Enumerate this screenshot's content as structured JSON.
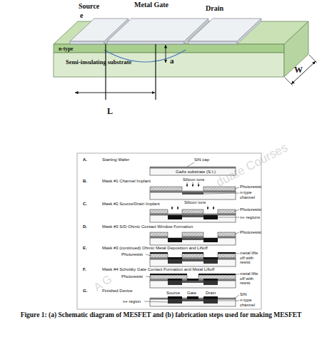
{
  "diagram": {
    "caption": "Figure 1: (a) Schematic diagram of MESFET and (b) fabrication steps used for making MESFET",
    "labels": [
      "Source",
      "e",
      "Metal Gate",
      "Drain",
      "n-type",
      "a",
      "W",
      "Semi-insulating substrate",
      "L",
      "A.",
      "Starting Wafer",
      "SiN cap",
      "GaAs substrate (S.I.)",
      "B.",
      "Mask #1 Channel Implant",
      "Silicon ions",
      "Photoresist",
      "n-type channel",
      "C.",
      "Mask #2 Source/Drain Implant",
      "Silicon ions",
      "Photoresist",
      "n+ regions",
      "D.",
      "Mask #3 S/D Ohmic Contact Window Formation",
      "Photoresist",
      "E.",
      "Mask #3 (continued) Ohmic Metal Deposition and Liftoff",
      "Photoresist",
      "metal lifts off with resist",
      "F.",
      "Mask #4 Schottky Gate Contact Formation and Metal Liftoff",
      "Photoresist",
      "metal lifts off with resist",
      "G.",
      "Finished Device",
      "Source",
      "Gate",
      "Drain",
      "SiN",
      "n-type channel",
      "n+ region",
      "duate Courses",
      "A G"
    ]
  }
}
